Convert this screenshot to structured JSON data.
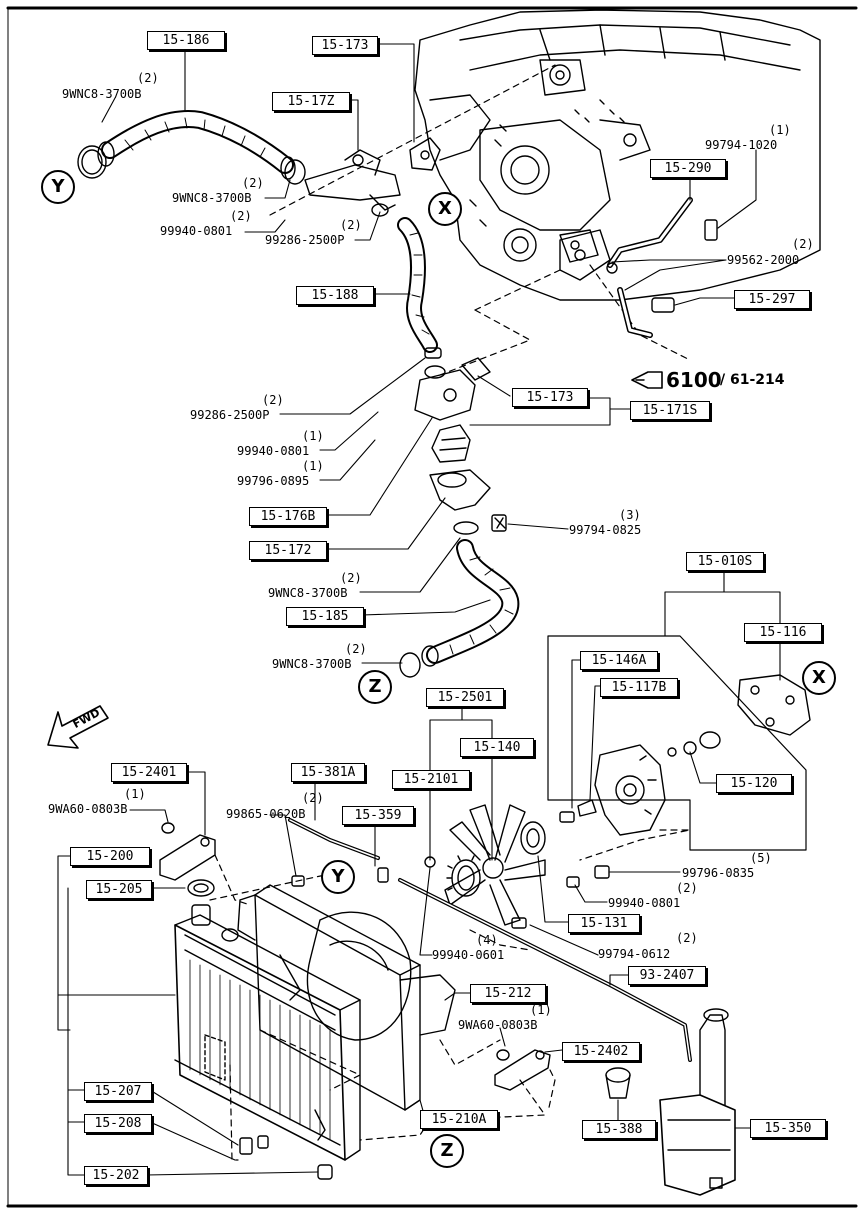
{
  "boxes": {
    "b15186": "15-186",
    "b15173a": "15-173",
    "b1517z": "15-17Z",
    "b15290": "15-290",
    "b15188": "15-188",
    "b15297": "15-297",
    "b15173b": "15-173",
    "b15171s": "15-171S",
    "b15176b": "15-176B",
    "b15172": "15-172",
    "b15185": "15-185",
    "b15010s": "15-010S",
    "b15116": "15-116",
    "b15146a": "15-146A",
    "b15117b": "15-117B",
    "b152501": "15-2501",
    "b15140": "15-140",
    "b152101": "15-2101",
    "b15120": "15-120",
    "b152401": "15-2401",
    "b15381a": "15-381A",
    "b15359": "15-359",
    "b15200": "15-200",
    "b15205": "15-205",
    "b15131": "15-131",
    "b932407": "93-2407",
    "b15212": "15-212",
    "b152402": "15-2402",
    "b15207": "15-207",
    "b15208": "15-208",
    "b15210a": "15-210A",
    "b15388": "15-388",
    "b15350": "15-350",
    "b15202": "15-202"
  },
  "parts": {
    "p1": "9WNC8-3700B",
    "p2": "99794-1020",
    "p3": "9WNC8-3700B",
    "p4": "99940-0801",
    "p5": "99286-2500P",
    "p6": "99562-2000",
    "p7": "99286-2500P",
    "p8": "99940-0801",
    "p9": "99796-0895",
    "p10": "99794-0825",
    "p11": "9WNC8-3700B",
    "p12": "9WNC8-3700B",
    "p13": "9WA60-0803B",
    "p14": "99865-0620B",
    "p15": "99796-0835",
    "p16": "99940-0801",
    "p17": "99940-0601",
    "p18": "99794-0612",
    "p19": "9WA60-0803B"
  },
  "quantities": {
    "q1": "(2)",
    "q2": "(1)",
    "q3": "(2)",
    "q4": "(2)",
    "q5": "(2)",
    "q6": "(2)",
    "q7": "(2)",
    "q8": "(1)",
    "q9": "(1)",
    "q10": "(3)",
    "q11": "(2)",
    "q12": "(2)",
    "q13": "(1)",
    "q14": "(2)",
    "q15": "(5)",
    "q16": "(2)",
    "q17": "(4)",
    "q18": "(2)",
    "q19": "(1)"
  },
  "markers": {
    "x": "X",
    "y": "Y",
    "z": "Z",
    "fwd": "FWD"
  },
  "reference": {
    "main": "6100",
    "sub": "/ 61-214"
  }
}
